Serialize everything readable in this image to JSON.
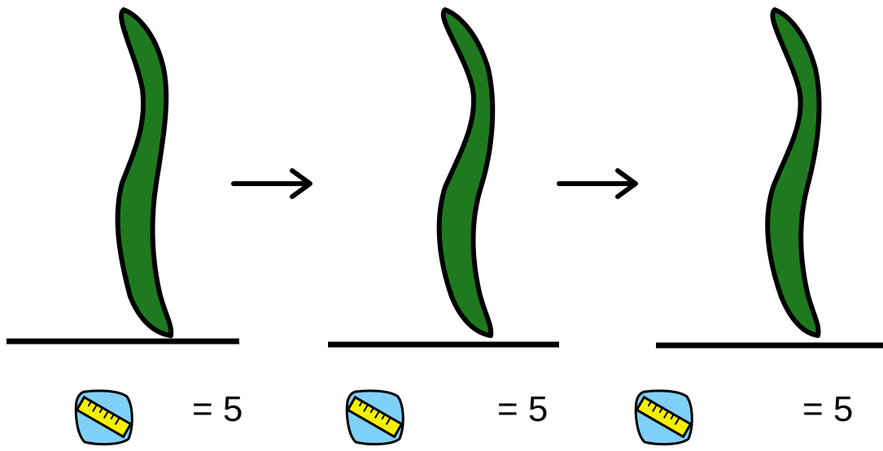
{
  "stages": [
    {
      "id": "stage-1",
      "measure_label": "= 5",
      "icon": "ruler-icon"
    },
    {
      "id": "stage-2",
      "measure_label": "= 5",
      "icon": "ruler-icon"
    },
    {
      "id": "stage-3",
      "measure_label": "= 5",
      "icon": "ruler-icon"
    }
  ],
  "arrows": [
    {
      "icon": "right-arrow-icon"
    },
    {
      "icon": "right-arrow-icon"
    }
  ],
  "colors": {
    "leaf_fill": "#1f7a1f",
    "outline": "#000000",
    "ruler_badge": "#7fd0f7",
    "ruler_body": "#f4f000"
  }
}
